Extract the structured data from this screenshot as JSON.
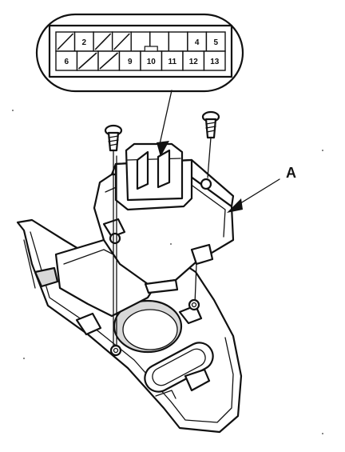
{
  "connector": {
    "top_row": [
      {
        "label": "",
        "hatched": true
      },
      {
        "label": "2",
        "hatched": false
      },
      {
        "label": "",
        "hatched": true
      },
      {
        "label": "",
        "hatched": true
      },
      {
        "label": "",
        "hatched": false
      },
      {
        "label": "",
        "hatched": false
      },
      {
        "label": "",
        "hatched": false
      },
      {
        "label": "4",
        "hatched": false
      },
      {
        "label": "5",
        "hatched": false
      }
    ],
    "bottom_row": [
      {
        "label": "6",
        "hatched": false
      },
      {
        "label": "",
        "hatched": true
      },
      {
        "label": "",
        "hatched": true
      },
      {
        "label": "9",
        "hatched": false
      },
      {
        "label": "10",
        "hatched": false
      },
      {
        "label": "11",
        "hatched": false
      },
      {
        "label": "12",
        "hatched": false
      },
      {
        "label": "13",
        "hatched": false
      }
    ]
  },
  "callout": {
    "part_label": "A"
  }
}
